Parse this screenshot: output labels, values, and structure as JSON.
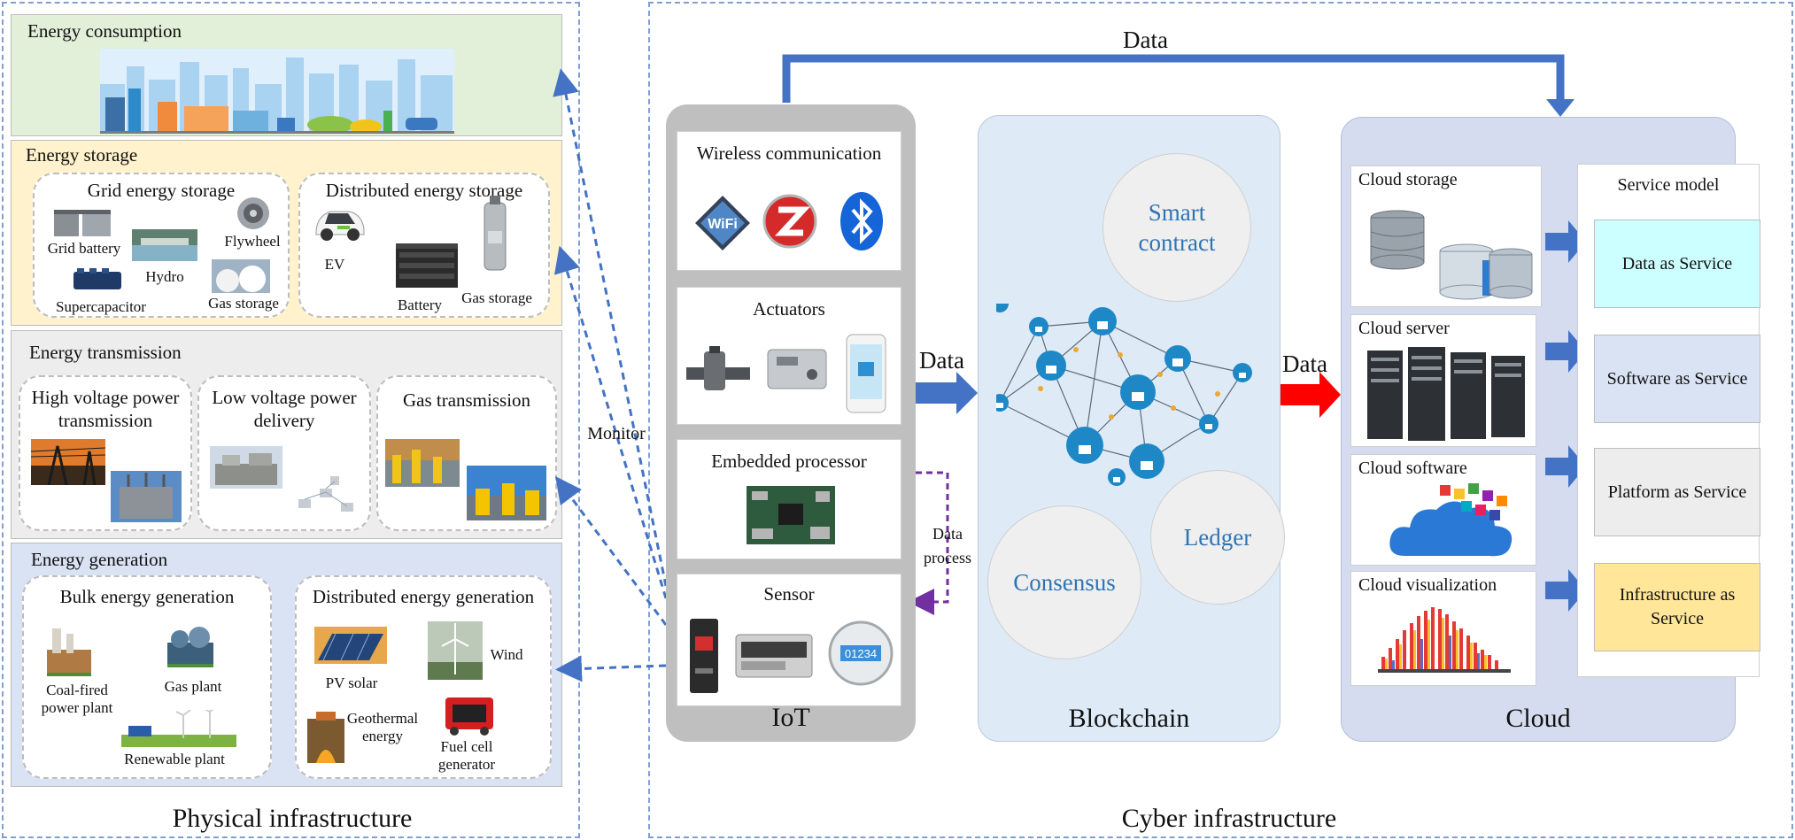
{
  "physical": {
    "caption": "Physical infrastructure",
    "consumption": {
      "title": "Energy consumption"
    },
    "storage": {
      "title": "Energy storage",
      "grid": {
        "title": "Grid energy storage",
        "grid_battery": "Grid battery",
        "flywheel": "Flywheel",
        "hydro": "Hydro",
        "supercapacitor": "Supercapacitor",
        "gas_storage": "Gas storage"
      },
      "distributed": {
        "title": "Distributed energy storage",
        "ev": "EV",
        "battery": "Battery",
        "gas_storage": "Gas storage"
      }
    },
    "transmission": {
      "title": "Energy transmission",
      "high_voltage": "High voltage power transmission",
      "low_voltage": "Low voltage power delivery",
      "gas": "Gas transmission"
    },
    "generation": {
      "title": "Energy generation",
      "bulk": {
        "title": "Bulk energy generation",
        "coal": "Coal-fired power plant",
        "gas_plant": "Gas plant",
        "renewable": "Renewable plant"
      },
      "distributed": {
        "title": "Distributed energy generation",
        "pv": "PV solar",
        "wind": "Wind",
        "geothermal": "Geothermal energy",
        "fuel_cell": "Fuel cell generator"
      }
    }
  },
  "cyber": {
    "caption": "Cyber infrastructure",
    "top_data_label": "Data",
    "monitor_label": "Monitor",
    "data_process_label": "Data process",
    "iot": {
      "title": "IoT",
      "wireless": {
        "title": "Wireless communication",
        "icons": [
          "wifi-icon",
          "zigbee-icon",
          "bluetooth-icon"
        ]
      },
      "actuators": {
        "title": "Actuators"
      },
      "processor": {
        "title": "Embedded processor"
      },
      "sensor": {
        "title": "Sensor",
        "meter_reading": "01234"
      }
    },
    "iot_to_blockchain_label": "Data",
    "blockchain": {
      "title": "Blockchain",
      "smart_contract": "Smart contract",
      "consensus": "Consensus",
      "ledger": "Ledger"
    },
    "blockchain_to_cloud_label": "Data",
    "cloud": {
      "title": "Cloud",
      "storage": "Cloud storage",
      "server": "Cloud server",
      "software": "Cloud software",
      "visualization": "Cloud visualization",
      "service_model": {
        "title": "Service model",
        "items": [
          "Data as Service",
          "Software as Service",
          "Platform as Service",
          "Infrastructure as Service"
        ]
      }
    }
  },
  "colors": {
    "frame_dash": "#7f9fd6",
    "consumption_bg": "#e2efd9",
    "storage_bg": "#fff2cc",
    "transmission_bg": "#ededed",
    "generation_bg": "#dae3f3",
    "iot_bg": "#bfbfbf",
    "blockchain_bg": "#deebf7",
    "cloud_bg": "#d6dcef",
    "arrow_blue": "#4472c4",
    "arrow_red": "#ff0000",
    "data_process_purple": "#7030a0",
    "svc_data": "#ccffff",
    "svc_software": "#dae3f3",
    "svc_platform": "#ededed",
    "svc_infra": "#ffe699"
  }
}
